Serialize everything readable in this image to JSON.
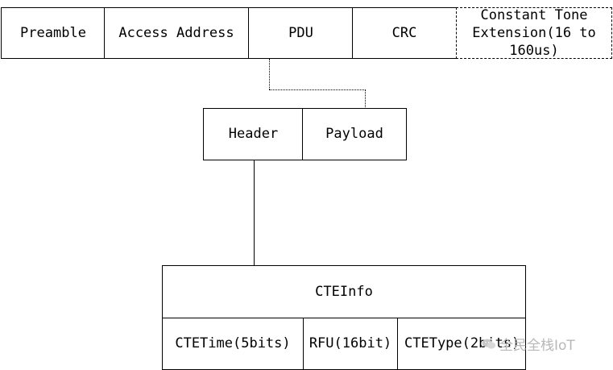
{
  "packet": {
    "fields": [
      "Preamble",
      "Access Address",
      "PDU",
      "CRC",
      "Constant Tone Extension(16 to 160us)"
    ]
  },
  "pdu": {
    "header": "Header",
    "payload": "Payload"
  },
  "cte_info": {
    "title": "CTEInfo",
    "subfields": [
      "CTETime(5bits)",
      "RFU(16bit)",
      "CTEType(2bits)"
    ]
  },
  "watermark": {
    "text": "全民全栈IoT",
    "icon": "wechat-icon"
  }
}
